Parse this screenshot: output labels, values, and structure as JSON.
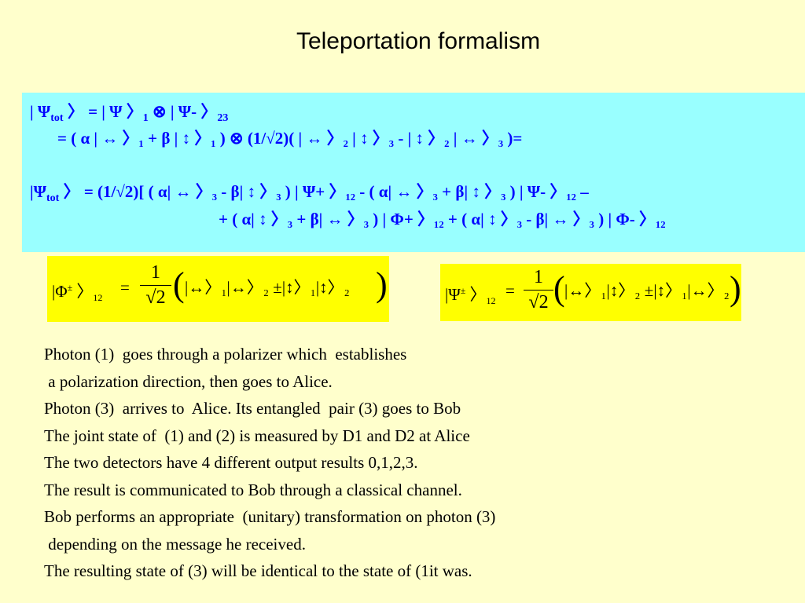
{
  "title": "Teleportation  formalism",
  "equations": {
    "line1": "| Ψ",
    "line1_sub": "tot",
    "line1_rest": " 〉 = | Ψ 〉",
    "line1_sub2": "1",
    "line1_rest2": " ⊗ | Ψ- 〉",
    "line1_sub3": "23",
    "line2": "= ( α | ↔ 〉₁ + β | ↕ 〉₁ ) ⊗ (1/√2)( | ↔ 〉₂  | ↕ 〉₃ - | ↕ 〉₂  | ↔ 〉₃ )=",
    "line3": "|Ψ",
    "line3_sub": "tot",
    "line3_rest": " 〉 = (1/√2)[ ( α| ↔ 〉₃  - β| ↕ 〉₃ ) | Ψ+ 〉₁₂ - ( α| ↔ 〉₃  + β| ↕ 〉₃ ) | Ψ- 〉₁₂ –",
    "line4": "+ ( α| ↕ 〉₃  + β| ↔ 〉₃ ) | Φ+ 〉₁₂ + ( α| ↕ 〉₃  - β| ↔ 〉₃ ) | Φ- 〉₁₂"
  },
  "formula_phi": {
    "ket": "|Φ",
    "sup": "±",
    "sub": "12",
    "eq": "=",
    "num": "1",
    "den": "√2",
    "body": "|↔〉₁|↔〉₂ ±|↕〉₁|↕〉₂"
  },
  "formula_psi": {
    "ket": "|Ψ",
    "sup": "±",
    "sub": "12",
    "eq": "=",
    "num": "1",
    "den": "√2",
    "body": "|↔〉₁|↕〉₂ ±|↕〉₁|↔〉₂"
  },
  "paragraph": [
    "Photon (1)  goes through a polarizer which  establishes",
    " a polarization direction, then goes to Alice.",
    "Photon (3)  arrives to  Alice. Its entangled  pair (3) goes to Bob",
    "The joint state of  (1) and (2) is measured by D1 and D2 at Alice",
    "The two detectors have 4 different output results 0,1,2,3.",
    "The result is communicated to Bob through a classical channel.",
    "Bob performs an appropriate  (unitary) transformation on photon (3)",
    " depending on the message he received.",
    "The resulting state of (3) will be identical to the state of (1it was."
  ],
  "colors": {
    "background": "#FFFFCC",
    "equation_box": "#99FFFF",
    "equation_text": "#0000FF",
    "formula_box": "#FFFF00"
  }
}
